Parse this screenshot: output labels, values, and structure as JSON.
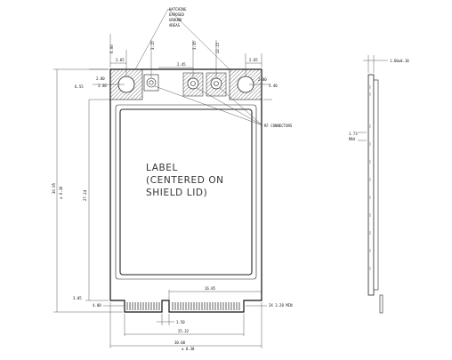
{
  "notes": {
    "hatching": [
      "HATCHING",
      "EXPOSED",
      "GROUND",
      "AREAS"
    ],
    "rf_connectors": "RF CONNECTORS",
    "label": [
      "LABEL",
      "(CENTERED ON",
      "SHIELD LID)"
    ]
  },
  "dims": {
    "top_6_00": "6.00",
    "top_2_65_left": "2.65",
    "top_3_15": "3.15",
    "top_2_45": "2.45",
    "top_3_35": "3.35",
    "top_22_15": "22.15",
    "top_2_65_right": "2.65",
    "left_2_80": "2.80",
    "left_6_55": "6.55",
    "left_3_40": "3.40",
    "right_2_80": "2.80",
    "right_3_40": "3.40",
    "overall_height": "30.95",
    "overall_height_tol": "± 0.30",
    "inner_height": "27.24",
    "bottom_3_05": "3.05",
    "bottom_4_00": "4.00",
    "bottom_16_85": "16.85",
    "bottom_1_50": "1.50",
    "bottom_2x": "2X  3.20 MIN",
    "bottom_25_32": "25.32",
    "overall_width": "30.00",
    "overall_width_tol": "± 0.30",
    "side_thickness": "1.60±0.10",
    "side_max": "1.73",
    "side_max_label": "MAX"
  }
}
